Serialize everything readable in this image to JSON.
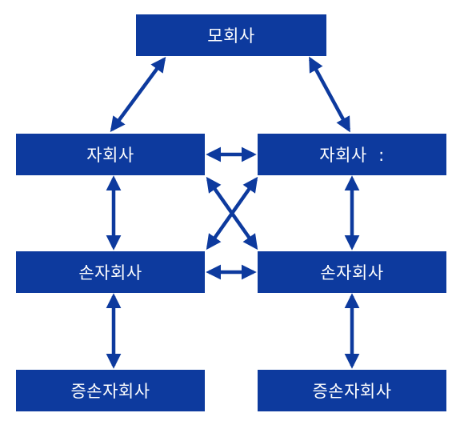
{
  "diagram": {
    "parent_label": "모회사",
    "subsidiary_left_label": "자회사",
    "subsidiary_right_label": "자회사  :",
    "grandchild_left_label": "손자회사",
    "grandchild_right_label": "손자회사",
    "great_grandchild_left_label": "증손자회사",
    "great_grandchild_right_label": "증손자회사"
  },
  "colors": {
    "box_fill": "#0d3a9e",
    "arrow": "#0d3a9e",
    "text": "#ffffff"
  }
}
